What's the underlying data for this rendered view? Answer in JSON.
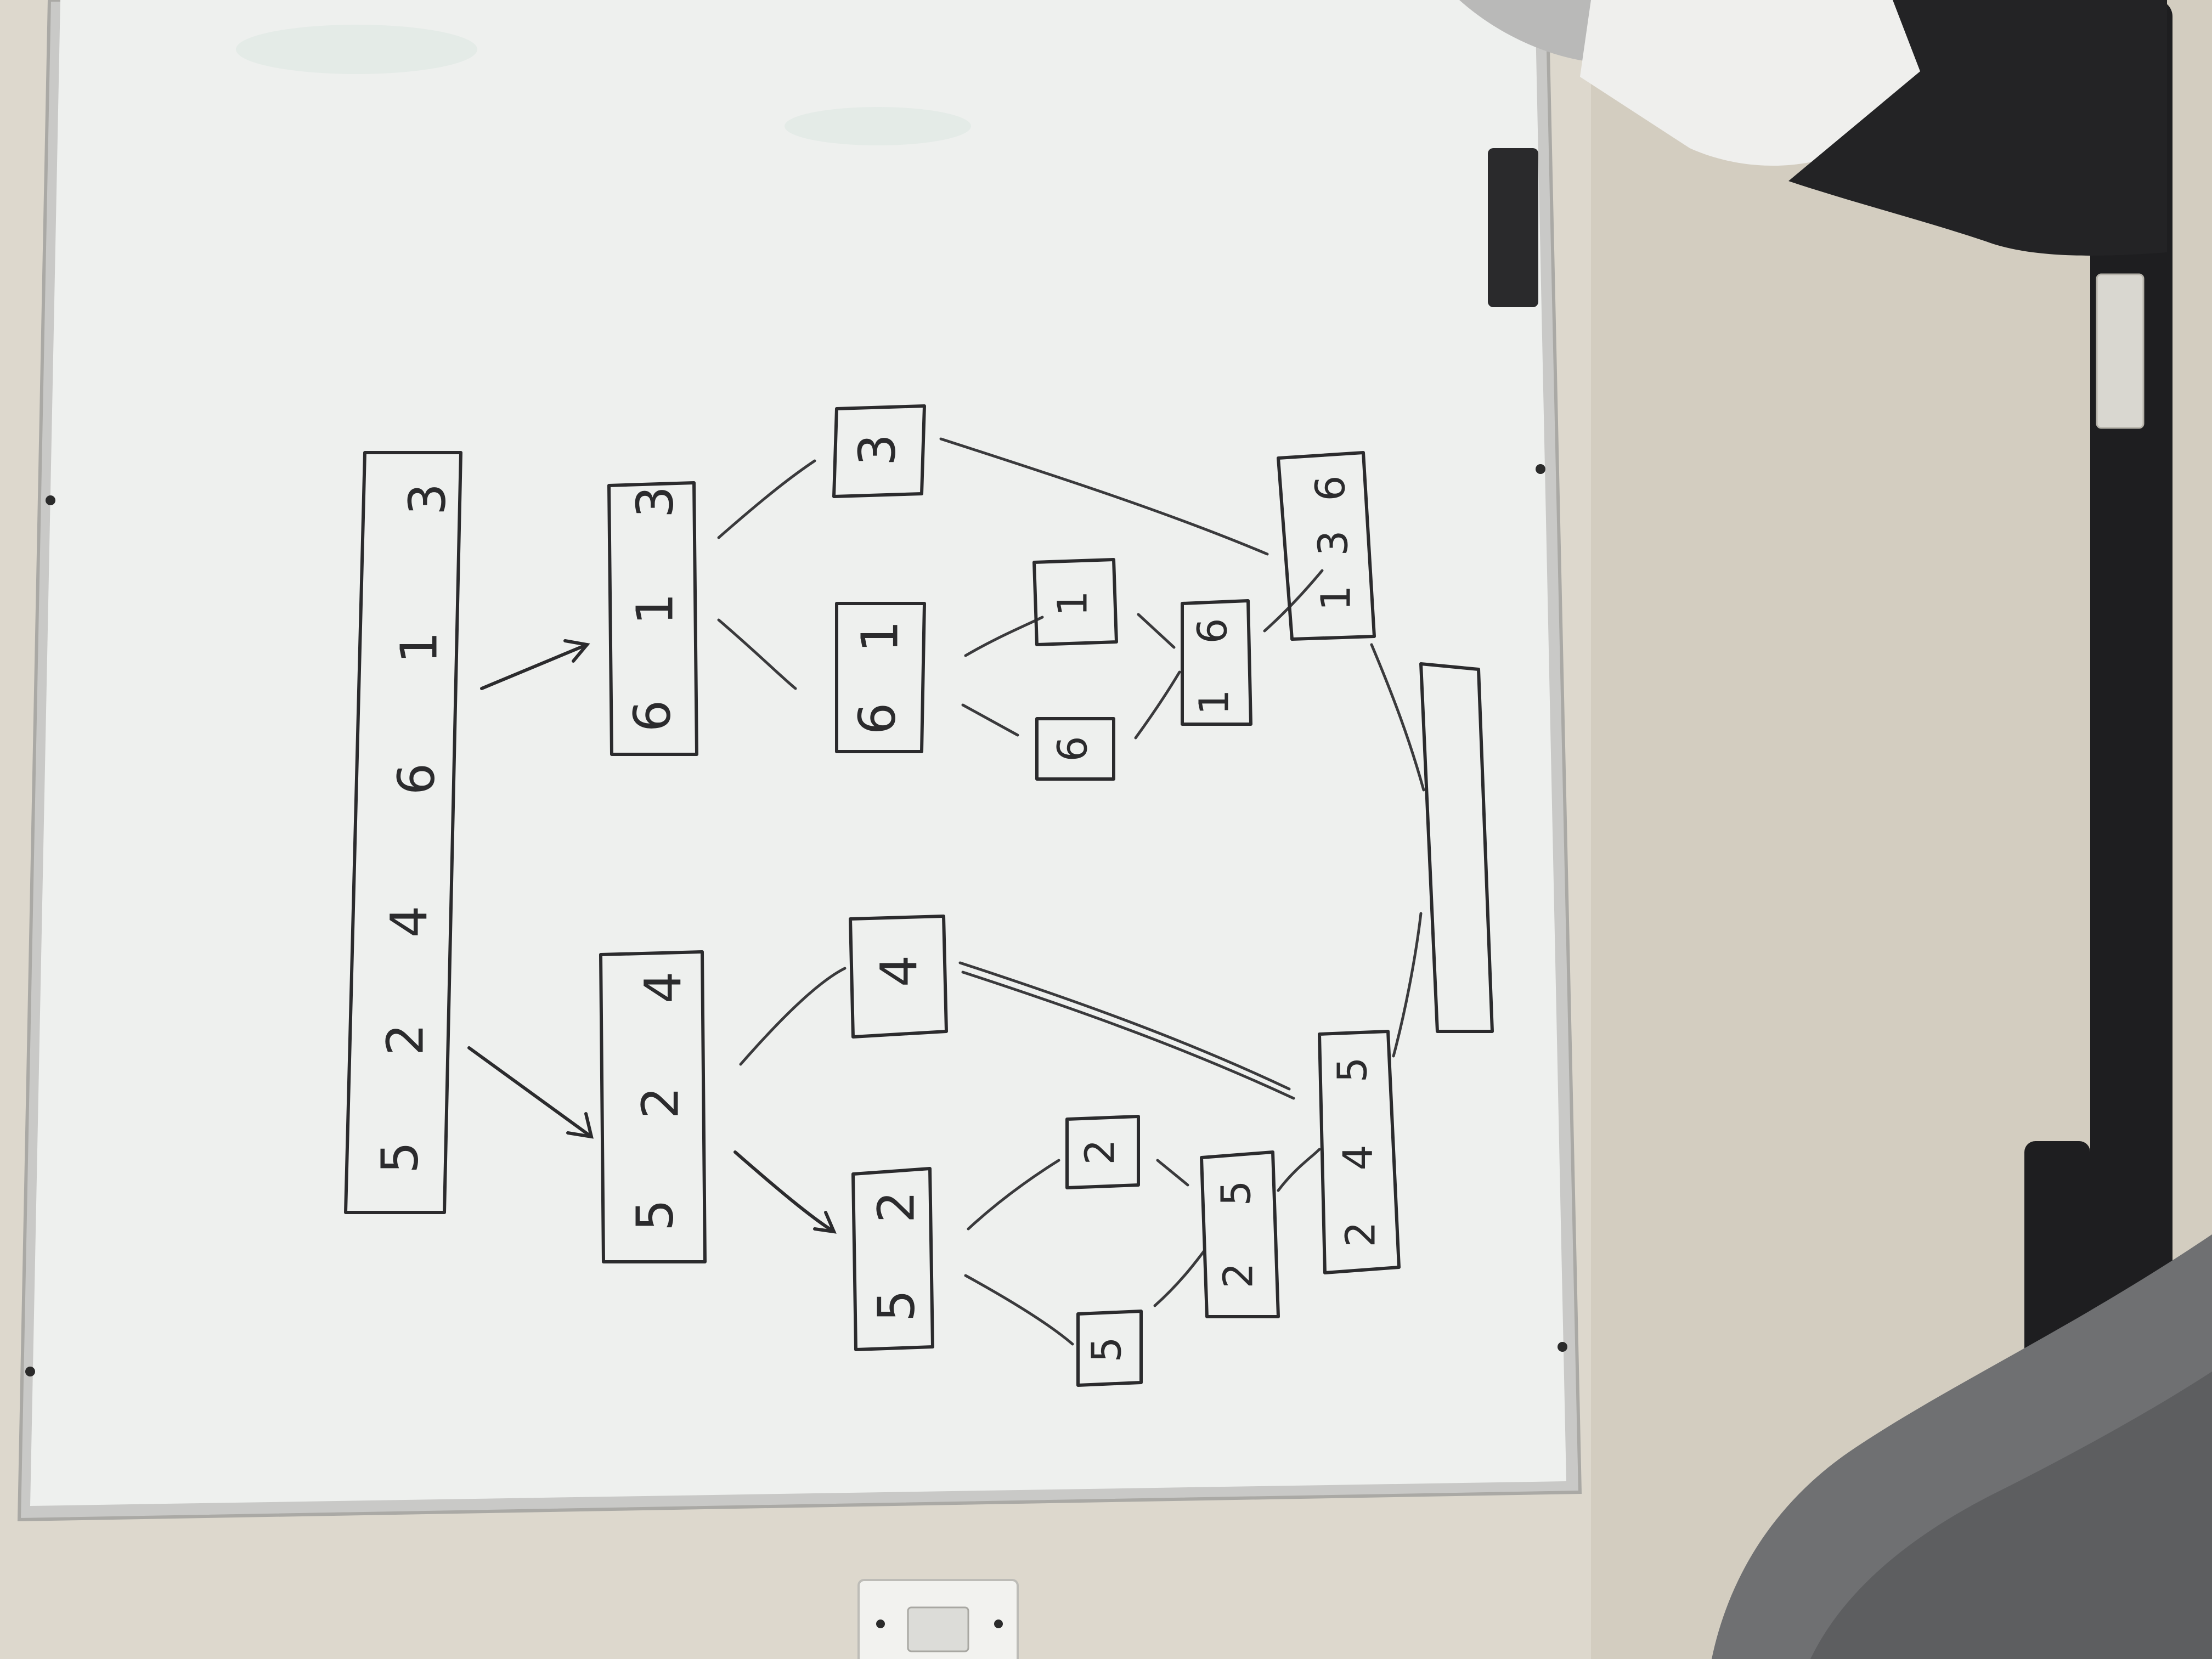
{
  "whiteboard": {
    "boxes": [
      {
        "id": "root",
        "digits": [
          "5",
          "2",
          "4",
          "6",
          "1",
          "3"
        ]
      },
      {
        "id": "left-half",
        "digits": [
          "5",
          "2",
          "4"
        ]
      },
      {
        "id": "right-half",
        "digits": [
          "6",
          "1",
          "3"
        ]
      },
      {
        "id": "left-pair",
        "digits": [
          "5",
          "2"
        ]
      },
      {
        "id": "left-single",
        "digits": [
          "4"
        ]
      },
      {
        "id": "right-pair",
        "digits": [
          "6",
          "1"
        ]
      },
      {
        "id": "right-single",
        "digits": [
          "3"
        ]
      },
      {
        "id": "leaf-2",
        "digits": [
          "2"
        ]
      },
      {
        "id": "leaf-5",
        "digits": [
          "5"
        ]
      },
      {
        "id": "leaf-1",
        "digits": [
          "1"
        ]
      },
      {
        "id": "leaf-6",
        "digits": [
          "6"
        ]
      },
      {
        "id": "merged-25",
        "digits": [
          "2",
          "5"
        ]
      },
      {
        "id": "merged-16",
        "digits": [
          "1",
          "6"
        ]
      },
      {
        "id": "merged-245",
        "digits": [
          "2",
          "4",
          "5"
        ]
      },
      {
        "id": "merged-136",
        "digits": [
          "1",
          "3",
          "6"
        ]
      },
      {
        "id": "final-empty",
        "digits": []
      }
    ]
  },
  "colors": {
    "wall": "#ddd8cd",
    "board": "#eef0ee",
    "ink": "#2b2b2d",
    "frame": "#c9c9c7",
    "fleece": "#6f7072"
  }
}
